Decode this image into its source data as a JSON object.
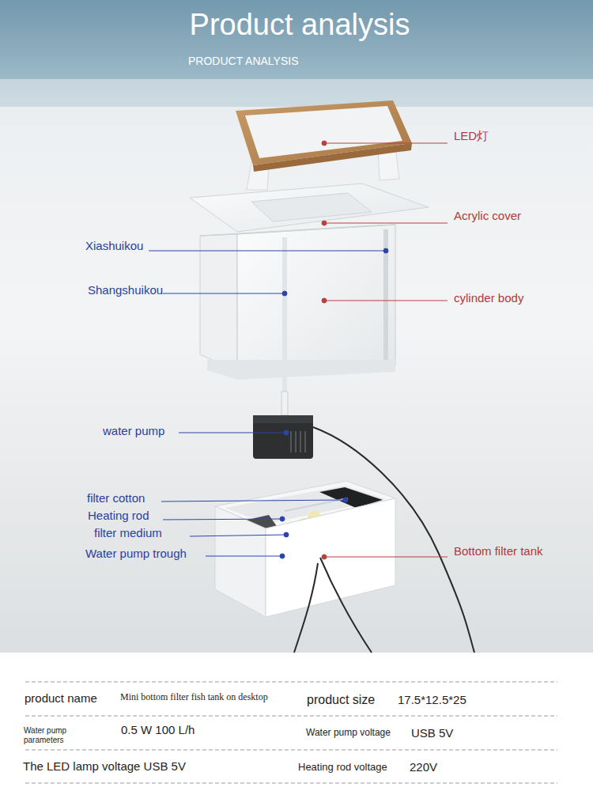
{
  "diagram": {
    "title": "Product analysis",
    "labels": [
      "PRODUCT ANALYSIS",
      "LED灯",
      "Acrylic cover",
      "Xiashuikou",
      "Shangshuikou",
      "cylinder body",
      "water pump",
      "filter cotton",
      "Heating rod",
      "filter medium",
      "Water pump trough",
      "Bottom filter tank",
      "product name",
      "Mini bottom filter fish tank on desktop",
      "product size",
      "17.5*12.5*25",
      "Water pump parameters",
      "0.5 W 100 L/h",
      "Water pump voltage",
      "USB 5V",
      "The LED lamp voltage USB 5V",
      "Heating rod voltage",
      "220V"
    ]
  }
}
